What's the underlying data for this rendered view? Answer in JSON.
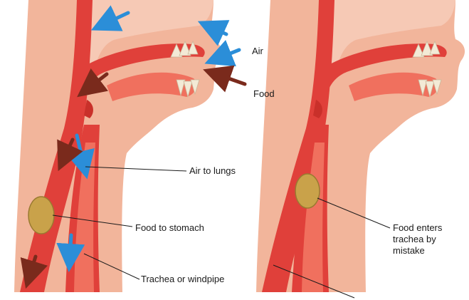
{
  "labels": {
    "air": "Air",
    "food": "Food",
    "air_to_lungs": "Air to lungs",
    "food_to_stomach": "Food to stomach",
    "trachea": "Trachea or windpipe",
    "food_enters_trachea": "Food enters\ntrachea by\nmistake"
  },
  "colors": {
    "skin": "#f2b59b",
    "skin_dark": "#e8967c",
    "tissue": "#e0403a",
    "tissue_light": "#f0705e",
    "cavity": "#f6c9b5",
    "teeth": "#f3ead6",
    "air_arrow": "#2b8ed8",
    "food_arrow": "#7a2a1c",
    "food_bolus": "#c9a24a",
    "leader": "#1a1a1a"
  },
  "icons": {
    "air_flow": "blue-arrow-icon",
    "food_flow": "brown-arrow-icon"
  }
}
